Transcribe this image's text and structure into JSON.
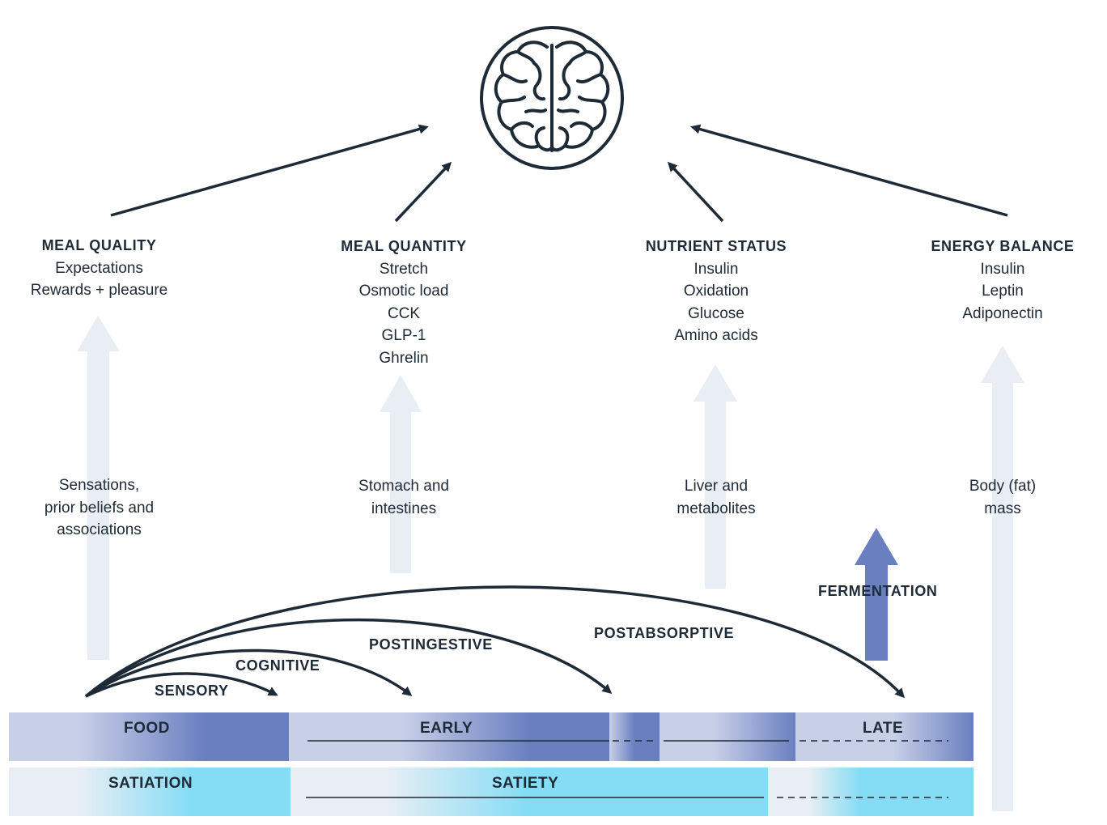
{
  "columns": [
    {
      "heading": "MEAL QUALITY",
      "items": [
        "Expectations",
        "Rewards + pleasure"
      ],
      "source": [
        "Sensations,",
        "prior beliefs and",
        "associations"
      ]
    },
    {
      "heading": "MEAL QUANTITY",
      "items": [
        "Stretch",
        "Osmotic load",
        "CCK",
        "GLP-1",
        "Ghrelin"
      ],
      "source": [
        "Stomach and",
        "intestines"
      ]
    },
    {
      "heading": "NUTRIENT STATUS",
      "items": [
        "Insulin",
        "Oxidation",
        "Glucose",
        "Amino acids"
      ],
      "source": [
        "Liver and",
        "metabolites"
      ]
    },
    {
      "heading": "ENERGY BALANCE",
      "items": [
        "Insulin",
        "Leptin",
        "Adiponectin"
      ],
      "source": [
        "Body (fat)",
        "mass"
      ]
    }
  ],
  "phases": {
    "sensory": "SENSORY",
    "cognitive": "COGNITIVE",
    "postingestive": "POSTINGESTIVE",
    "postabsorptive": "POSTABSORPTIVE",
    "fermentation": "FERMENTATION"
  },
  "bars": {
    "food": "FOOD",
    "early": "EARLY",
    "late": "LATE",
    "satiation": "SATIATION",
    "satiety": "SATIETY"
  },
  "icon": "brain-icon",
  "colors": {
    "text": "#1e2a36",
    "timeline_blue": "#6a7fc0",
    "timeline_light": "#c8d0e8",
    "satiety_cyan": "#84dcf5",
    "satiety_light": "#e8eef4",
    "pale_arrow": "#e9eef4",
    "fermentation_arrow": "#6a7fc0"
  }
}
